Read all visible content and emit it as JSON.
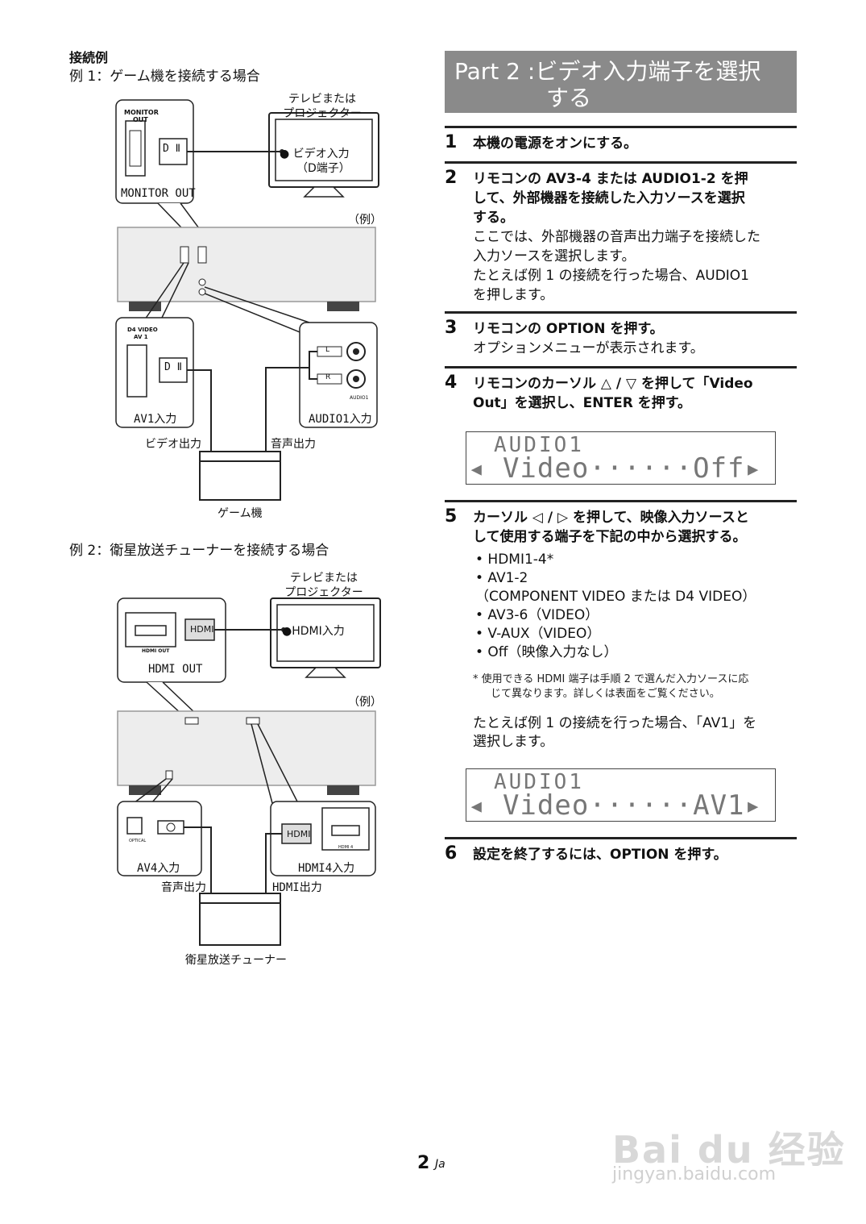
{
  "left": {
    "heading": "接続例",
    "example1": {
      "title": "例 1：ゲーム機を接続する場合",
      "tv_label_line1": "テレビまたは",
      "tv_label_line2": "プロジェクター",
      "tv_input_line1": "● ビデオ入力",
      "tv_input_line2": "（D端子）",
      "monitor_out_small_1": "MONITOR",
      "monitor_out_small_2": "OUT",
      "monitor_out_label": "MONITOR OUT",
      "connector_d": "D Ⅱ",
      "rei": "（例）",
      "d4_small_1": "D4 VIDEO",
      "d4_small_2": "AV 1",
      "av1_label": "AV1入力",
      "audio1_label": "AUDIO1入力",
      "audio1_small": "AUDIO1",
      "plug_l": "L",
      "plug_r": "R",
      "video_out": "ビデオ出力",
      "audio_out": "音声出力",
      "device": "ゲーム機"
    },
    "example2": {
      "title": "例 2：衛星放送チューナーを接続する場合",
      "tv_label_line1": "テレビまたは",
      "tv_label_line2": "プロジェクター",
      "tv_input": "●HDMI入力",
      "hdmi_plug": "HDMI",
      "hdmi_out_small": "HDMI OUT",
      "hdmi_out_label": "HDMI OUT",
      "rei": "（例）",
      "optical_small": "OPTICAL",
      "av4_label": "AV4入力",
      "hdmi4_label": "HDMI4入力",
      "hdmi4_small": "HDMI 4",
      "audio_out": "音声出力",
      "hdmi_out": "HDMI出力",
      "device": "衛星放送チューナー"
    }
  },
  "right": {
    "header_line1": "Part 2 :ビデオ入力端子を選択",
    "header_line2": "する",
    "steps": [
      {
        "num": "1",
        "text": "本機の電源をオンにする。"
      },
      {
        "num": "2",
        "line1": "リモコンの AV3-4 または AUDIO1-2 を押",
        "line2": "して、外部機器を接続した入力ソースを選択",
        "line3": "する。",
        "sub1": "ここでは、外部機器の音声出力端子を接続した",
        "sub2": "入力ソースを選択します。",
        "sub3": "たとえば例  1  の接続を行った場合、AUDIO1",
        "sub4": "を押します。"
      },
      {
        "num": "3",
        "line1": "リモコンの OPTION を押す。",
        "sub1": "オプションメニューが表示されます。"
      },
      {
        "num": "4",
        "line1": "リモコンのカーソル △ / ▽ を押して「Video",
        "line2": "Out」を選択し、ENTER を押す。"
      },
      {
        "num": "5",
        "line1": "カーソル ◁ / ▷ を押して、映像入力ソースと",
        "line2": "して使用する端子を下記の中から選択する。"
      },
      {
        "num": "6",
        "text": "設定を終了するには、OPTION を押す。"
      }
    ],
    "lcd1": {
      "line1": "AUDIO1",
      "line2": "◂ Video······Off▸"
    },
    "lcd2": {
      "line1": "AUDIO1",
      "line2": "◂ Video······AV1▸"
    },
    "bullets": [
      "• HDMI1-4*",
      "• AV1-2",
      "   （COMPONENT VIDEO または D4 VIDEO）",
      "• AV3-6（VIDEO）",
      "• V-AUX（VIDEO）",
      "• Off（映像入力なし）"
    ],
    "footnote_1": "*   使用できる HDMI 端子は手順 2 で選んだ入力ソースに応",
    "footnote_2": "じて異なります。詳しくは表面をご覧ください。",
    "example_note_1": "たとえば例  1  の接続を行った場合、「AV1」を",
    "example_note_2": "選択します。"
  },
  "footer": {
    "page_number": "2",
    "lang": "Ja"
  },
  "watermark": {
    "logo": "Bai du 经验",
    "url": "jingyan.baidu.com"
  }
}
